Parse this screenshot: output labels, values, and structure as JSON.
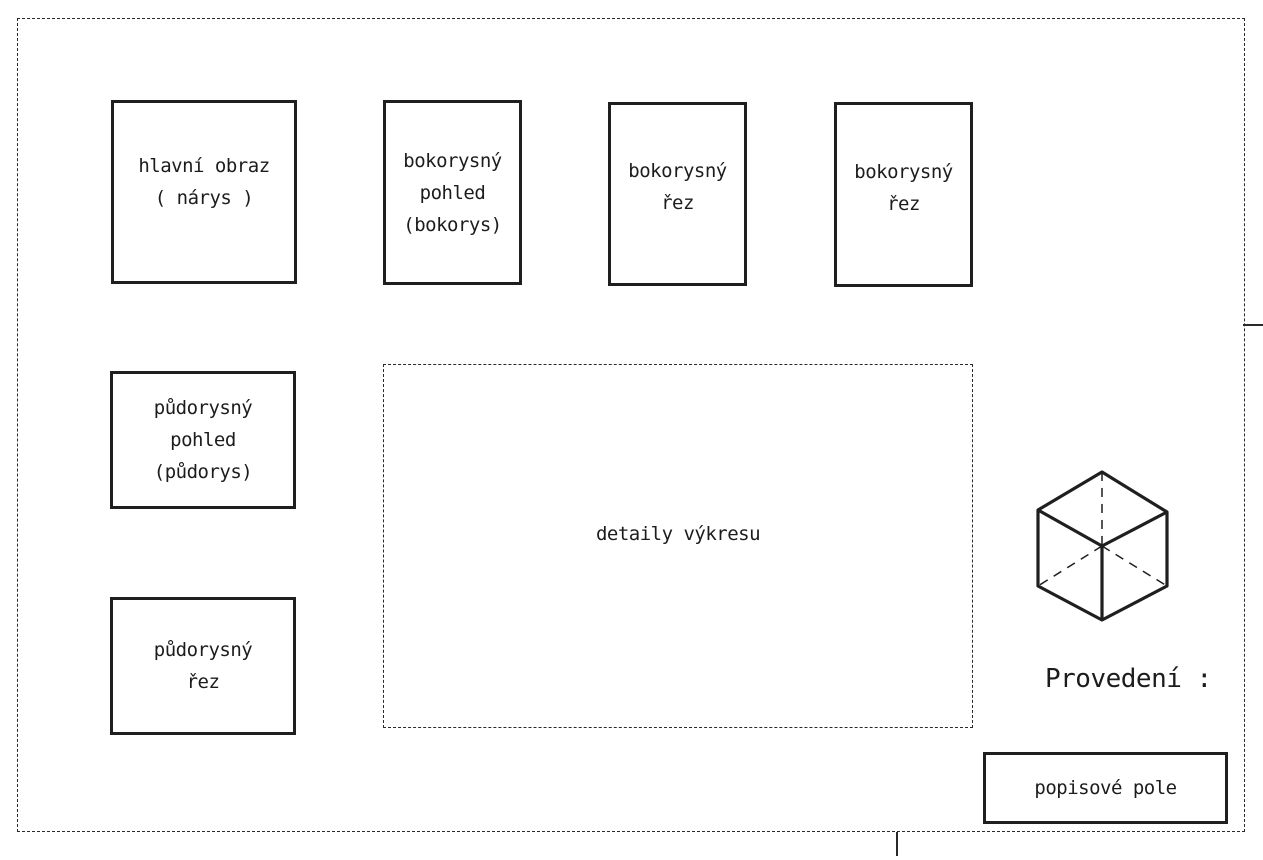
{
  "views": {
    "front": "hlavní obraz\n( nárys )",
    "side_view": "bokorysný\npohled\n(bokorys)",
    "side_section_1": "bokorysný\nřez",
    "side_section_2": "bokorysný\nřez",
    "plan_view": "půdorysný\npohled\n(půdorys)",
    "plan_section": "půdorysný\nřez"
  },
  "detail_area": {
    "label": "detaily výkresu"
  },
  "execution": {
    "label": "Provedení :",
    "icon": "isometric-cube-icon"
  },
  "title_block": {
    "label": "popisové pole"
  }
}
